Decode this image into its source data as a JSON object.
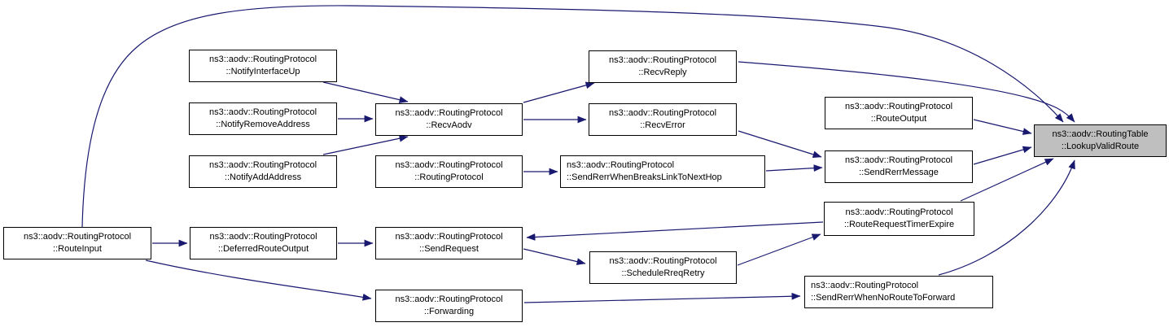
{
  "graph": {
    "kind": "doxygen-caller-graph",
    "colors": {
      "edge": "#191970",
      "node_border": "#000000",
      "node_fill": "#ffffff",
      "highlight_fill": "#bfbfbf",
      "text": "#000000"
    },
    "nodes": {
      "route_input": {
        "line1": "ns3::aodv::RoutingProtocol",
        "line2": "::RouteInput"
      },
      "notify_interface_up": {
        "line1": "ns3::aodv::RoutingProtocol",
        "line2": "::NotifyInterfaceUp"
      },
      "notify_remove_address": {
        "line1": "ns3::aodv::RoutingProtocol",
        "line2": "::NotifyRemoveAddress"
      },
      "notify_add_address": {
        "line1": "ns3::aodv::RoutingProtocol",
        "line2": "::NotifyAddAddress"
      },
      "deferred_route_output": {
        "line1": "ns3::aodv::RoutingProtocol",
        "line2": "::DeferredRouteOutput"
      },
      "recv_aodv": {
        "line1": "ns3::aodv::RoutingProtocol",
        "line2": "::RecvAodv"
      },
      "routing_protocol": {
        "line1": "ns3::aodv::RoutingProtocol",
        "line2": "::RoutingProtocol"
      },
      "send_request": {
        "line1": "ns3::aodv::RoutingProtocol",
        "line2": "::SendRequest"
      },
      "forwarding": {
        "line1": "ns3::aodv::RoutingProtocol",
        "line2": "::Forwarding"
      },
      "recv_reply": {
        "line1": "ns3::aodv::RoutingProtocol",
        "line2": "::RecvReply"
      },
      "recv_error": {
        "line1": "ns3::aodv::RoutingProtocol",
        "line2": "::RecvError"
      },
      "send_rerr_when_breaks_link_to_next_hop": {
        "line1": "ns3::aodv::RoutingProtocol",
        "line2": "::SendRerrWhenBreaksLinkToNextHop"
      },
      "schedule_rreq_retry": {
        "line1": "ns3::aodv::RoutingProtocol",
        "line2": "::ScheduleRreqRetry"
      },
      "send_rerr_when_no_route_to_forward": {
        "line1": "ns3::aodv::RoutingProtocol",
        "line2": "::SendRerrWhenNoRouteToForward"
      },
      "route_output": {
        "line1": "ns3::aodv::RoutingProtocol",
        "line2": "::RouteOutput"
      },
      "send_rerr_message": {
        "line1": "ns3::aodv::RoutingProtocol",
        "line2": "::SendRerrMessage"
      },
      "route_request_timer_expire": {
        "line1": "ns3::aodv::RoutingProtocol",
        "line2": "::RouteRequestTimerExpire"
      },
      "lookup_valid_route": {
        "line1": "ns3::aodv::RoutingTable",
        "line2": "::LookupValidRoute"
      }
    },
    "edges": [
      {
        "from": "route_input",
        "to": "lookup_valid_route"
      },
      {
        "from": "route_input",
        "to": "deferred_route_output"
      },
      {
        "from": "route_input",
        "to": "forwarding"
      },
      {
        "from": "notify_interface_up",
        "to": "recv_aodv"
      },
      {
        "from": "notify_remove_address",
        "to": "recv_aodv"
      },
      {
        "from": "notify_add_address",
        "to": "recv_aodv"
      },
      {
        "from": "deferred_route_output",
        "to": "send_request"
      },
      {
        "from": "recv_aodv",
        "to": "recv_reply"
      },
      {
        "from": "recv_aodv",
        "to": "recv_error"
      },
      {
        "from": "routing_protocol",
        "to": "send_rerr_when_breaks_link_to_next_hop"
      },
      {
        "from": "send_rerr_when_breaks_link_to_next_hop",
        "to": "send_rerr_message"
      },
      {
        "from": "recv_error",
        "to": "send_rerr_message"
      },
      {
        "from": "recv_reply",
        "to": "lookup_valid_route"
      },
      {
        "from": "route_output",
        "to": "lookup_valid_route"
      },
      {
        "from": "send_rerr_message",
        "to": "lookup_valid_route"
      },
      {
        "from": "route_request_timer_expire",
        "to": "lookup_valid_route"
      },
      {
        "from": "route_request_timer_expire",
        "to": "send_request"
      },
      {
        "from": "send_request",
        "to": "schedule_rreq_retry"
      },
      {
        "from": "schedule_rreq_retry",
        "to": "route_request_timer_expire"
      },
      {
        "from": "forwarding",
        "to": "send_rerr_when_no_route_to_forward"
      },
      {
        "from": "send_rerr_when_no_route_to_forward",
        "to": "lookup_valid_route"
      }
    ]
  }
}
